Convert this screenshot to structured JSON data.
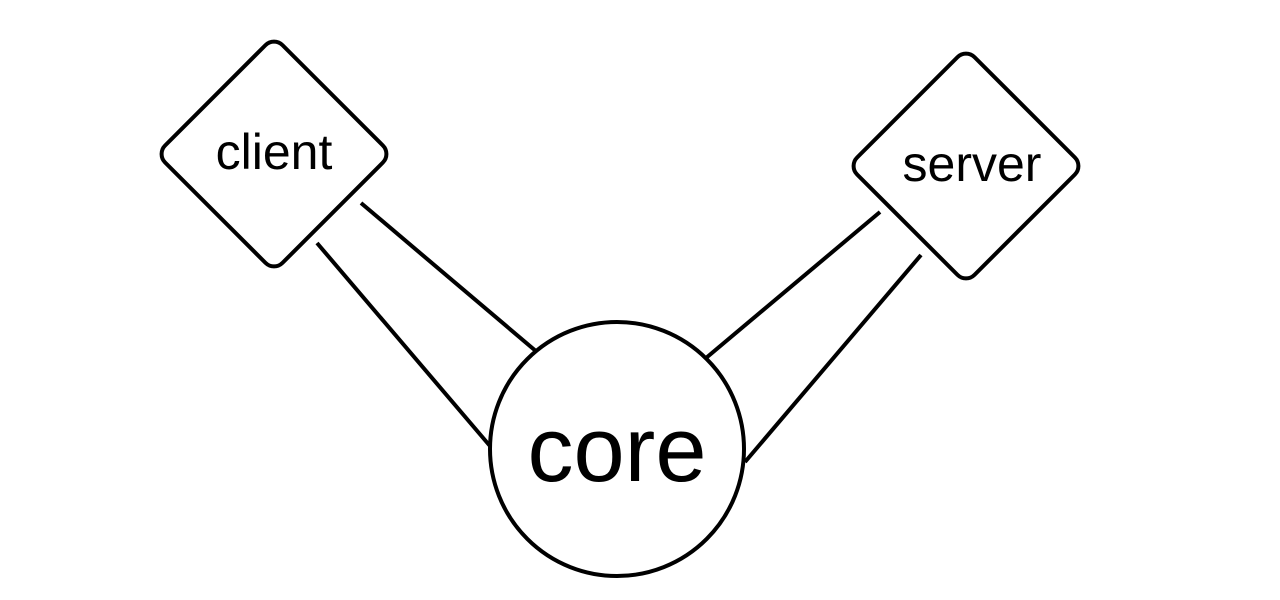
{
  "diagram": {
    "nodes": [
      {
        "id": "client",
        "label": "client",
        "shape": "diamond"
      },
      {
        "id": "server",
        "label": "server",
        "shape": "diamond"
      },
      {
        "id": "core",
        "label": "core",
        "shape": "circle"
      }
    ],
    "edges": [
      {
        "from": "client",
        "to": "core",
        "count": 2
      },
      {
        "from": "server",
        "to": "core",
        "count": 2
      }
    ]
  },
  "colors": {
    "stroke": "#000000",
    "background": "#ffffff",
    "text": "#000000"
  }
}
